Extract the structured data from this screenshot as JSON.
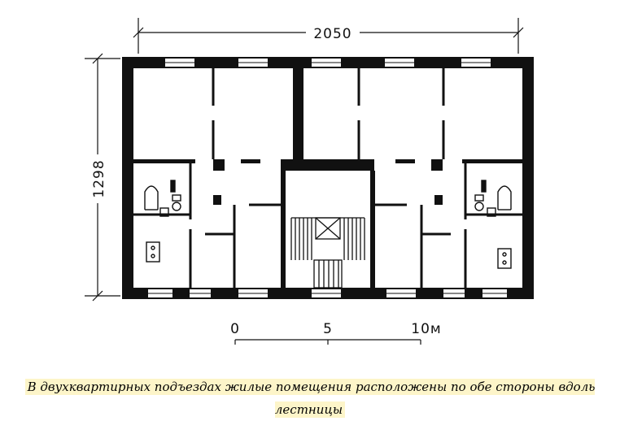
{
  "plan": {
    "width_dim": "2050",
    "depth_dim": "1298",
    "scale_ticks": [
      "0",
      "5",
      "10м"
    ]
  },
  "caption": "В двухквартирных подъездах жилые помещения расположены по обе стороны вдоль лестницы"
}
